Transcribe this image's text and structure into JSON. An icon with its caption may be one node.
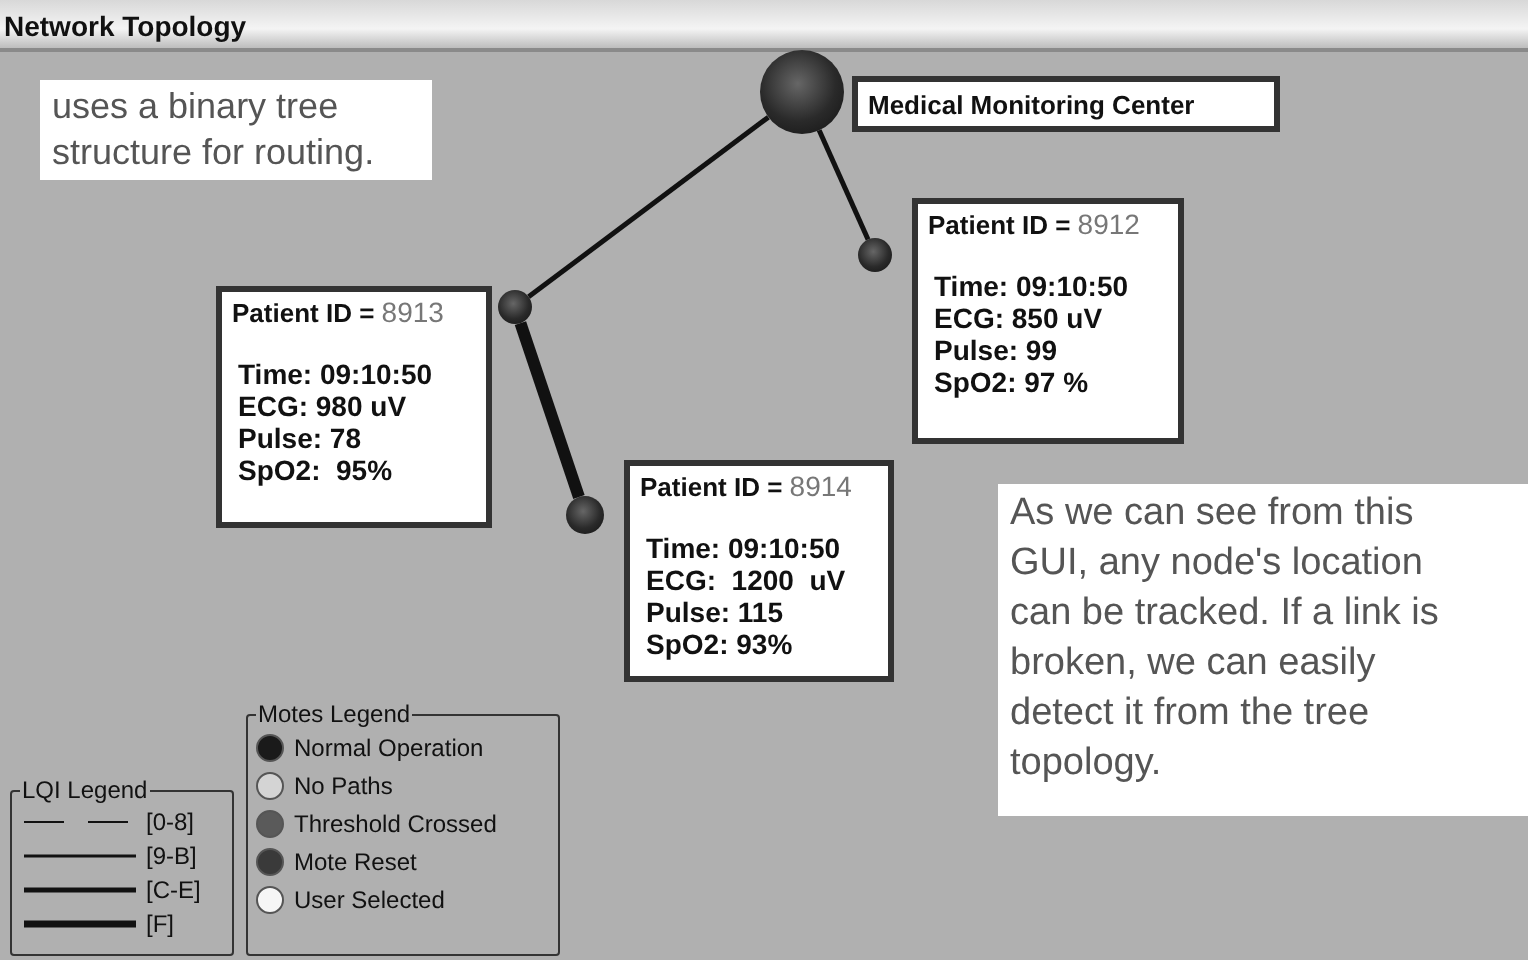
{
  "diagram": {
    "title": "Network Topology",
    "nodes": [
      {
        "text": [],
        "shape": "circle"
      },
      {
        "text": [
          "Medical Monitoring Center"
        ]
      },
      {
        "text": [],
        "shape": "circle"
      },
      {
        "text": [
          "Patient ID =",
          "8912",
          "Time: 09:10:50",
          "ECG: 850 uV",
          "Pulse: 99",
          "SpO2: 97 %"
        ]
      },
      {
        "text": [],
        "shape": "circle"
      },
      {
        "text": [
          "Patient ID =",
          "8913",
          "Time: 09:10:50",
          "ECG: 980 uV",
          "Pulse: 78",
          "SpO2:  95%"
        ]
      },
      {
        "text": [],
        "shape": "circle"
      },
      {
        "text": [
          "Patient ID =",
          "8914",
          "Time: 09:10:50",
          "ECG:  1200  uV",
          "Pulse: 115",
          "SpO2: 93%"
        ]
      }
    ],
    "edges": [
      {
        "from": 0,
        "to": 4,
        "arrow": "none"
      },
      {
        "from": 0,
        "to": 2,
        "arrow": "none"
      },
      {
        "from": 4,
        "to": 6,
        "arrow": "none",
        "style": "thick"
      }
    ],
    "labels": [
      "uses a binary tree structure for routing.",
      "As we can see from this GUI, any node's location can be tracked. If a link is broken, we can easily detect it from the tree topology.",
      "LQI Legend",
      "Motes Legend"
    ],
    "legend": [
      {
        "text": "[0-8]"
      },
      {
        "text": "[9-B]"
      },
      {
        "text": "[C-E]"
      },
      {
        "text": "[F]"
      },
      {
        "text": "Normal Operation",
        "color": "#1a1a1a"
      },
      {
        "text": "No Paths",
        "color": "#d4d4d4"
      },
      {
        "text": "Threshold Crossed",
        "color": "#5a5a5a"
      },
      {
        "text": "Mote Reset",
        "color": "#3a3a3a"
      },
      {
        "text": "User Selected",
        "color": "#f6f6f6"
      }
    ]
  }
}
